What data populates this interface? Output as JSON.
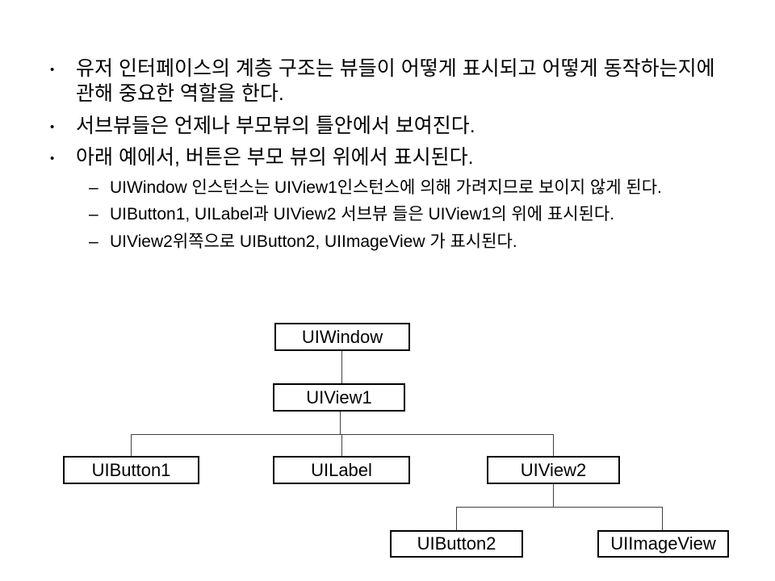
{
  "content": {
    "bullets": [
      {
        "marker": "•",
        "text": "유저 인터페이스의 계층 구조는 뷰들이 어떻게 표시되고 어떻게 동작하는지에 관해 중요한 역할을 한다."
      },
      {
        "marker": "•",
        "text": "서브뷰들은 언제나 부모뷰의 틀안에서 보여진다."
      },
      {
        "marker": "•",
        "text": "아래 예에서, 버튼은 부모 뷰의 위에서 표시된다."
      }
    ],
    "sub_bullets": [
      {
        "marker": "–",
        "text": "UIWindow 인스턴스는 UIView1인스턴스에 의해 가려지므로 보이지 않게 된다."
      },
      {
        "marker": "–",
        "text": "UIButton1, UILabel과 UIView2 서브뷰 들은 UIView1의 위에 표시된다."
      },
      {
        "marker": "–",
        "text": "UIView2위쪽으로 UIButton2, UIImageView 가 표시된다."
      }
    ]
  },
  "diagram": {
    "type": "tree",
    "nodes": [
      {
        "id": "uiwindow",
        "label": "UIWindow"
      },
      {
        "id": "uiview1",
        "label": "UIView1"
      },
      {
        "id": "uibutton1",
        "label": "UIButton1"
      },
      {
        "id": "uilabel",
        "label": "UILabel"
      },
      {
        "id": "uiview2",
        "label": "UIView2"
      },
      {
        "id": "uibutton2",
        "label": "UIButton2"
      },
      {
        "id": "uiimageview",
        "label": "UIImageView"
      }
    ],
    "edges": [
      [
        "UIWindow",
        "UIView1"
      ],
      [
        "UIView1",
        "UIButton1"
      ],
      [
        "UIView1",
        "UILabel"
      ],
      [
        "UIView1",
        "UIView2"
      ],
      [
        "UIView2",
        "UIButton2"
      ],
      [
        "UIView2",
        "UIImageView"
      ]
    ],
    "colors": {
      "box_border": "#000000",
      "box_fill": "#ffffff",
      "connector": "#404040",
      "text": "#000000",
      "background": "#ffffff"
    }
  }
}
